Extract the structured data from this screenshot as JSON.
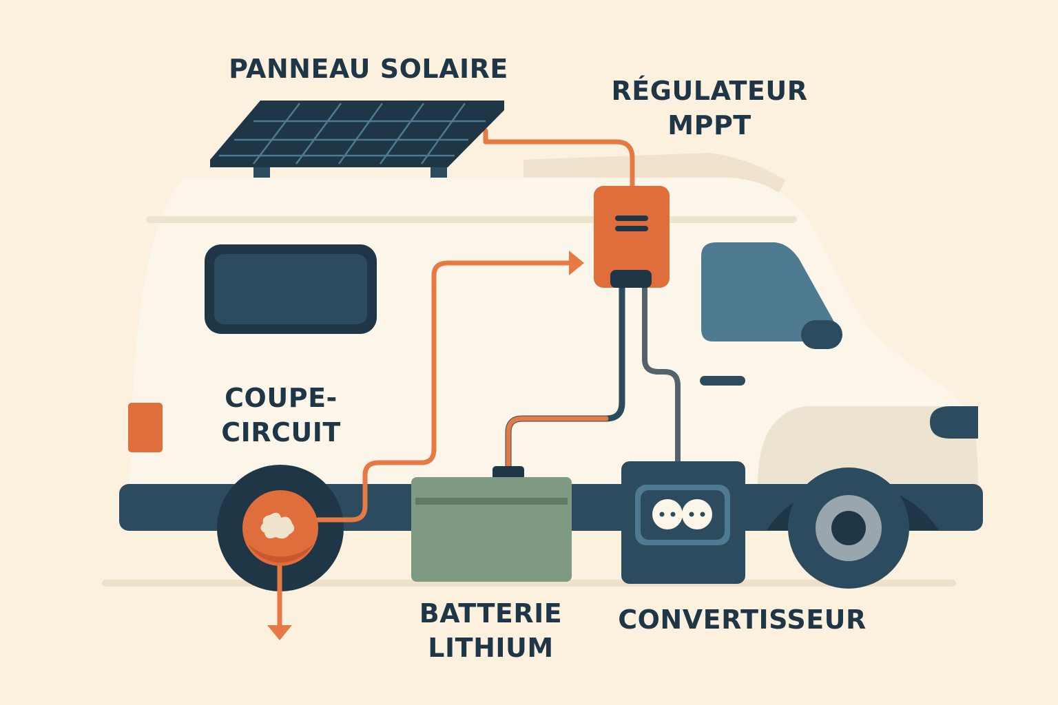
{
  "labels": {
    "solar_panel": "PANNEAU SOLAIRE",
    "regulator": [
      "RÉGULATEUR",
      "MPPT"
    ],
    "breaker": [
      "COUPE-",
      "CIRCUIT"
    ],
    "battery": [
      "BATTERIE",
      "LITHIUM"
    ],
    "converter": "CONVERTISSEUR"
  },
  "colors": {
    "background": "#fcf1df",
    "van_body": "#fbf5ea",
    "van_shadow": "#ece3d0",
    "dark_blue": "#2c4b5f",
    "navy": "#1f3646",
    "window_blue": "#4e7a92",
    "cable_orange": "#e57a44",
    "regulator_orange": "#e06d3c",
    "battery_green": "#7f9a82",
    "cable_gray": "#56626b",
    "hub_gray": "#9aa6ad"
  },
  "icons": [
    "solar-panel-icon",
    "mppt-regulator-icon",
    "circuit-breaker-icon",
    "lithium-battery-icon",
    "power-converter-icon",
    "outlet-icon",
    "camper-van-icon"
  ]
}
